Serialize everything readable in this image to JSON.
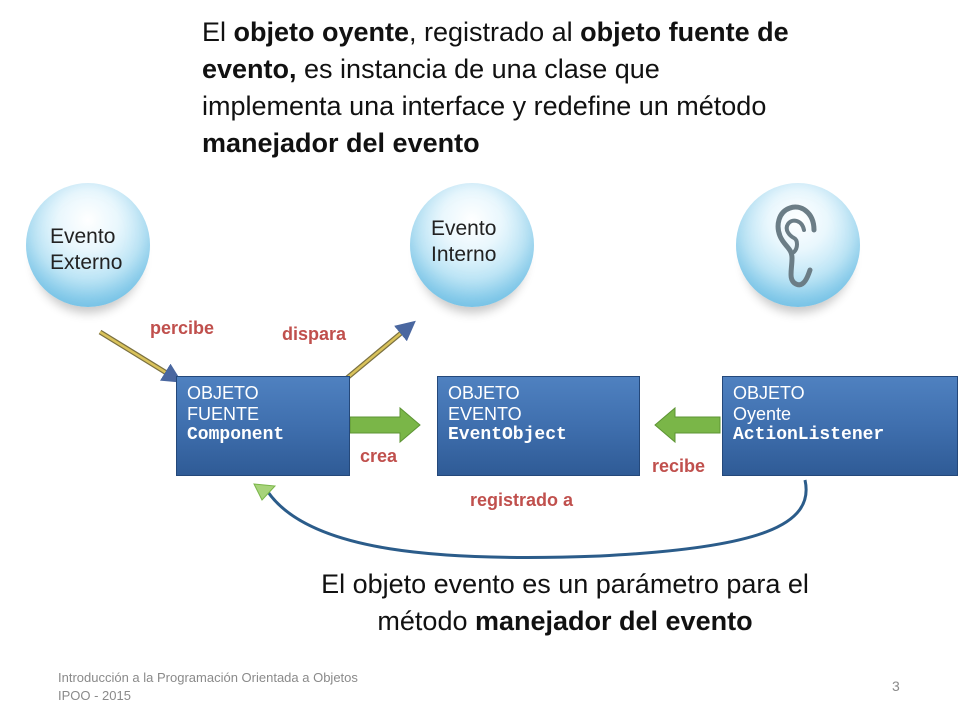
{
  "top_paragraph": {
    "p1": "El ",
    "b1": "objeto oyente",
    "p2": ", registrado al ",
    "b2": "objeto fuente de evento,",
    "p3": "  es instancia de una clase que implementa una interface  y redefine un método ",
    "b3": "manejador del evento"
  },
  "spheres": {
    "external": {
      "line1": "Evento",
      "line2": "Externo"
    },
    "internal": {
      "line1": "Evento",
      "line2": "Interno"
    },
    "listener_icon": "ear-icon"
  },
  "boxes": {
    "source": {
      "line1": "OBJETO",
      "line2": "FUENTE",
      "line3": "Component"
    },
    "event": {
      "line1": "OBJETO",
      "line2": "EVENTO",
      "line3": "EventObject"
    },
    "listener": {
      "line1": "OBJETO",
      "line2": "Oyente",
      "line3": "ActionListener"
    }
  },
  "labels": {
    "percibe": "percibe",
    "dispara": "dispara",
    "crea": "crea",
    "recibe": "recibe",
    "registrado": "registrado a"
  },
  "bottom_paragraph": {
    "p1": "El objeto evento  es un parámetro para el método ",
    "b1": "manejador del evento"
  },
  "footer": {
    "line1": "Introducción a la Programación Orientada a Objetos",
    "line2": "IPOO - 2015",
    "page_number": "3"
  },
  "colors": {
    "box_fill": "#3f6fae",
    "label_red": "#c0504d",
    "arrow_green": "#7ab648",
    "curve_blue": "#2b5c8a"
  }
}
